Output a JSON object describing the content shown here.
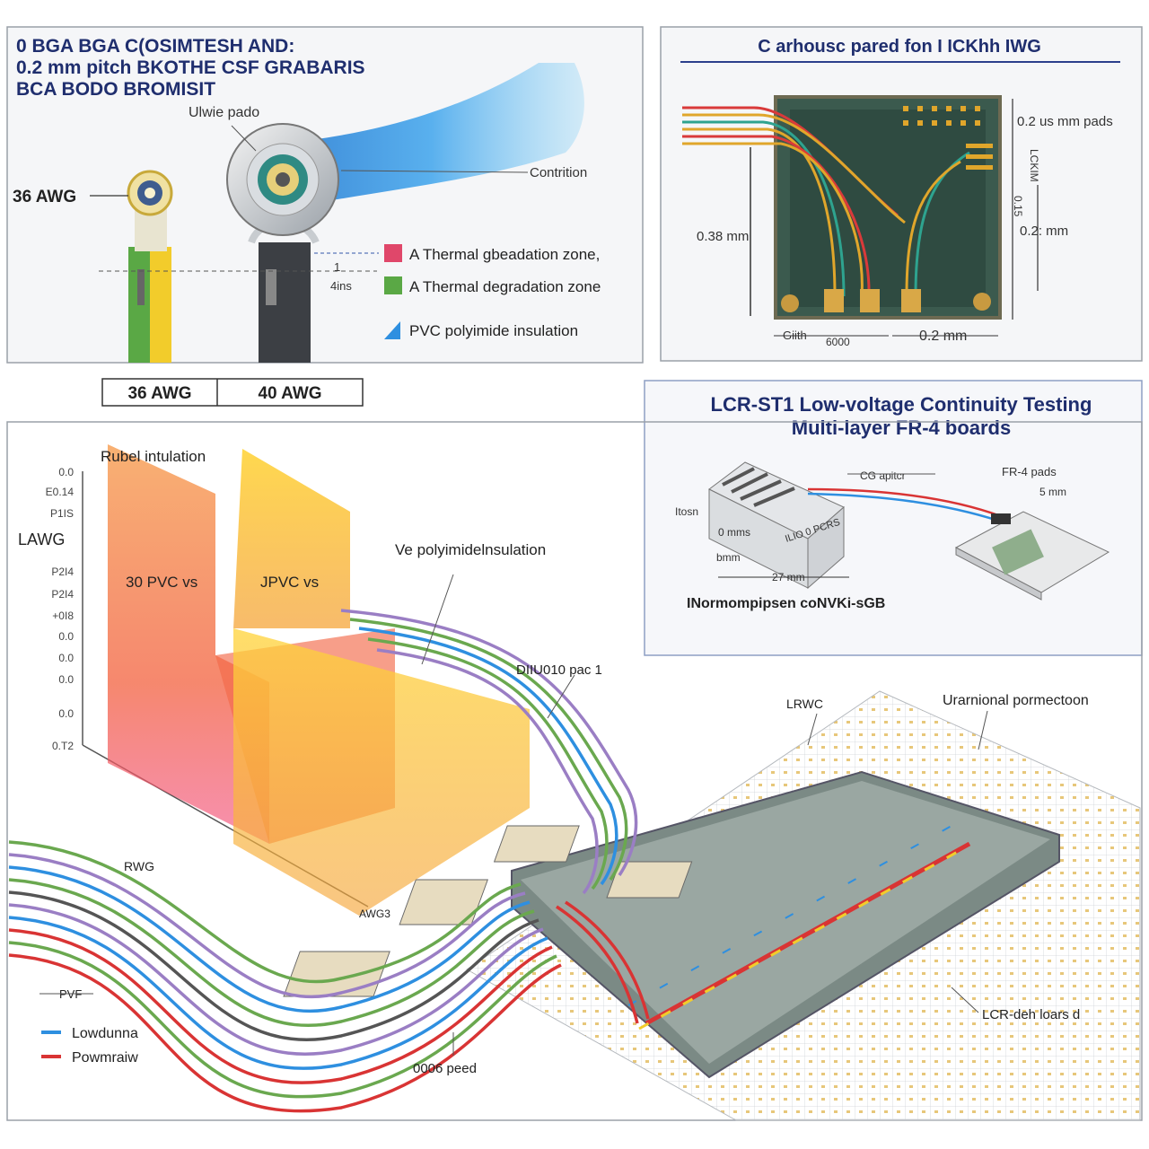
{
  "panel_top_left": {
    "title_lines": [
      "0 BGA BGA C(OSIMTESH AND:",
      "0.2 mm pitch BKOTHE CSF GRABARIS",
      "BCA BODO BROMISIT"
    ],
    "wire_left_label": "36 AWG",
    "pad_label": "Ulwie pado",
    "conductor_label": "Contrition",
    "dim_small_1": "1",
    "dim_small_2": "4ins",
    "legend": [
      {
        "color": "#e0476a",
        "text": "A  Thermal gbeadation zone,"
      },
      {
        "color": "#5aa845",
        "text": "A  Thermal degradation zone"
      },
      {
        "color": "#2e8fe0",
        "text": "PVC polyimide insulation"
      }
    ]
  },
  "gauge_table": [
    "36 AWG",
    "40 AWG"
  ],
  "panel_top_right": {
    "title": "C arhousc pared fon I ICKhh IWG",
    "dims": {
      "pad": "0.2 us mm pads",
      "rotated_1": "LCKIM",
      "rotated_2": "0.15",
      "right": "0.2: mm",
      "left": "0.38 mm",
      "bottom_left": "Giith",
      "bottom_mid": "6000",
      "bottom_right": "0.2 mm"
    }
  },
  "panel_mid_right": {
    "title_line1": "LCR-ST1 Low-voltage Continuity Testing",
    "title_line2": "Multi-layer FR-4 boards",
    "labels": {
      "capitor": "CG apitcr",
      "fr4_pads": "FR-4 pads",
      "mm_right": "5 mm",
      "tosn": "Itosn",
      "mm_a": "0 mms",
      "pcb_label": "ILIO 0 PCRS",
      "mm_b": "bmm",
      "mm_c": "27 mm"
    },
    "caption": "INormompipsen coNVKi-sGB"
  },
  "panel_bottom": {
    "y_axis_label": "LAWG",
    "y_ticks": [
      "0.0",
      "E0.14",
      "P1IS",
      "",
      "P2I4",
      "P2I4",
      "+0I8",
      "0.0",
      "0.0",
      "0.0",
      "0.0",
      "0.T2"
    ],
    "top_label": "Rubel intulation",
    "bar_label_1": "30 PVC vs",
    "bar_label_2": "JPVC vs",
    "insulation_label": "Ve polyimidelnsulation",
    "pad_label": "DIIU010 pac 1",
    "lrwc": "LRWC",
    "thermal_label": "Urarnional pormectoon",
    "rwg": "RWG",
    "awg3": "AWG3",
    "pvf": "PVF",
    "peed": "0006 peed",
    "board_label": "LCR-deh loars d",
    "legend": [
      {
        "color": "#2e8fe0",
        "text": "Lowdunna"
      },
      {
        "color": "#d93434",
        "text": "Powmraiw"
      }
    ]
  }
}
